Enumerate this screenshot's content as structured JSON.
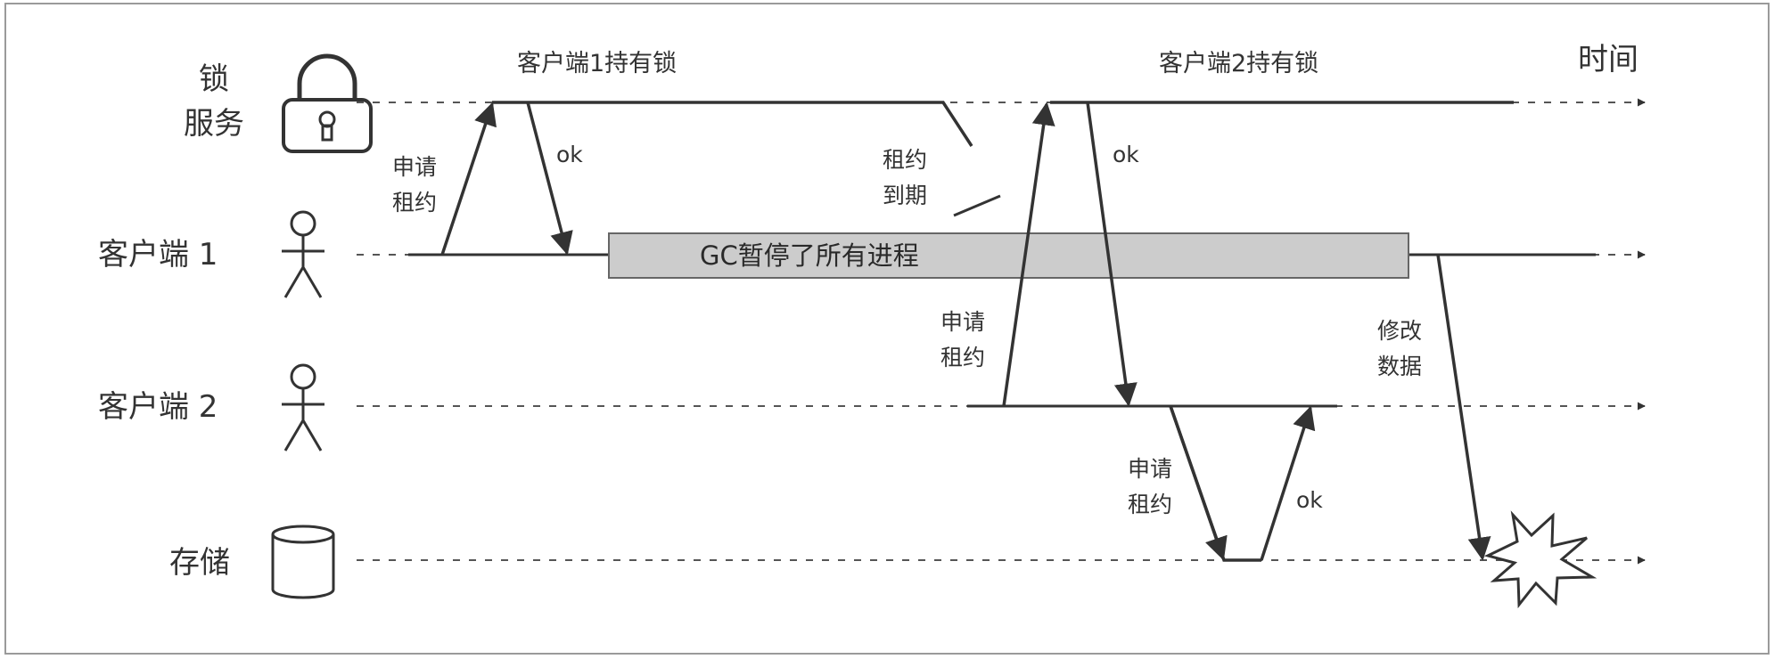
{
  "lanes": {
    "lock_service": {
      "line1": "锁",
      "line2": "服务",
      "icon": "padlock-icon"
    },
    "client1": {
      "label": "客户端 1",
      "icon": "person-icon"
    },
    "client2": {
      "label": "客户端 2",
      "icon": "person-icon"
    },
    "storage": {
      "label": "存储",
      "icon": "database-cylinder-icon"
    }
  },
  "time_label": "时间",
  "holder_labels": {
    "client1": "客户端1持有锁",
    "client2": "客户端2持有锁"
  },
  "gc_pause": "GC暂停了所有进程",
  "messages": {
    "c1_request": {
      "line1": "申请",
      "line2": "租约"
    },
    "c1_ok": "ok",
    "lease_expired": {
      "line1": "租约",
      "line2": "到期"
    },
    "c2_request": {
      "line1": "申请",
      "line2": "租约"
    },
    "c2_ok": "ok",
    "c2_storage_request": {
      "line1": "申请",
      "line2": "租约"
    },
    "c2_storage_ok": "ok",
    "c1_modify": {
      "line1": "修改",
      "line2": "数据"
    }
  },
  "colors": {
    "line": "#333333",
    "dashed": "#555555",
    "gc_fill": "#cccccc",
    "gc_border": "#666666",
    "frame": "#9a9a9a"
  }
}
